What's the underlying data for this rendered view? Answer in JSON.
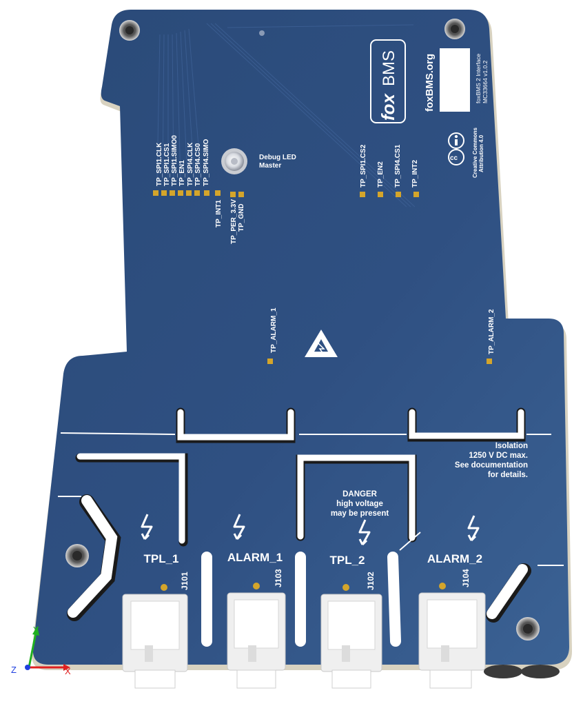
{
  "brand": {
    "logo_fox": "fox",
    "logo_bms": "BMS",
    "website": "foxBMS.org",
    "board_title": "foxBMS 2 Interface",
    "board_version": "MC33664 v1.0.2",
    "license_line1": "Creative Commons",
    "license_line2": "Attribution 4.0",
    "cc_symbol": "cc"
  },
  "debug_led": {
    "line1": "Debug LED",
    "line2": "Master"
  },
  "test_points_left": [
    "TP_SPI1.CLK",
    "TP_SPI1.CS1",
    "TP_SPI1.SIMO0",
    "TP_EN1",
    "TP_SPI4.CLK",
    "TP_SPI4.CS0",
    "TP_SPI4.SIMO"
  ],
  "test_points_bottom": [
    "TP_INT1",
    "TP_PER_3.3V",
    "TP_GND"
  ],
  "test_points_right": [
    "TP_SPI1.CS2",
    "TP_EN2",
    "TP_SPI4.CS1",
    "TP_INT2"
  ],
  "alarm_test_points": [
    "TP_ALARM_1",
    "TP_ALARM_2"
  ],
  "isolation_note": [
    "Isolation",
    "1250 V DC max.",
    "See documentation",
    "for details."
  ],
  "danger_note": [
    "DANGER",
    "high voltage",
    "may be present"
  ],
  "connectors": [
    {
      "label": "TPL_1",
      "ref": "J101"
    },
    {
      "label": "ALARM_1",
      "ref": "J103"
    },
    {
      "label": "TPL_2",
      "ref": "J102"
    },
    {
      "label": "ALARM_2",
      "ref": "J104"
    }
  ],
  "axes": {
    "x": "X",
    "y": "Y",
    "z": "Z"
  },
  "colors": {
    "pcb": "#2d4d7c",
    "pcb_edge": "#d8d2c0",
    "silkscreen": "#ffffff",
    "pad": "#d4a52b",
    "connector": "#f2f2f2",
    "axis_x": "#e02020",
    "axis_y": "#20b020",
    "axis_z": "#2040e0"
  },
  "icons": [
    "esd-warning-icon",
    "high-voltage-icon",
    "creative-commons-icon",
    "attribution-icon",
    "mounting-hole-icon",
    "axis-triad-icon"
  ]
}
